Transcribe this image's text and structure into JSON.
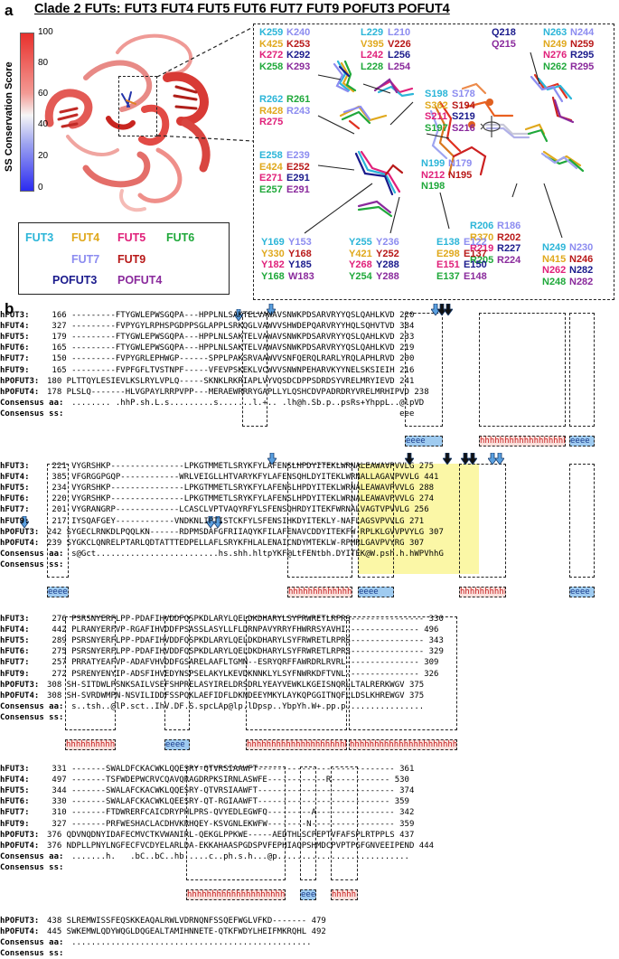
{
  "panel_a": {
    "label": "a",
    "title": "Clade 2 FUTs: FUT3 FUT4 FUT5 FUT6 FUT7 FUT9 POFUT3 POFUT4",
    "colorbar": {
      "title": "SS Conservation Score",
      "ticks": [
        "100",
        "80",
        "60",
        "40",
        "20",
        "0"
      ]
    },
    "legend": {
      "items": [
        {
          "text": "FUT3",
          "color": "#2bb5d8"
        },
        {
          "text": "FUT4",
          "color": "#e0a81c"
        },
        {
          "text": "FUT5",
          "color": "#e0207a"
        },
        {
          "text": "FUT6",
          "color": "#1fa83a"
        },
        {
          "text": "FUT7",
          "color": "#8c8cf0"
        },
        {
          "text": "FUT9",
          "color": "#b81818"
        },
        {
          "text": "POFUT3",
          "color": "#1a1a8c"
        },
        {
          "text": "POFUT4",
          "color": "#8a2a9c"
        }
      ]
    },
    "residue_groups": [
      {
        "rows": [
          [
            {
              "t": "K259",
              "c": "#2bb5d8"
            },
            {
              "t": "K240",
              "c": "#8c8cf0"
            }
          ],
          [
            {
              "t": "K425",
              "c": "#e0a81c"
            },
            {
              "t": "K253",
              "c": "#b81818"
            }
          ],
          [
            {
              "t": "K272",
              "c": "#e0207a"
            },
            {
              "t": "K292",
              "c": "#1a1a8c"
            }
          ],
          [
            {
              "t": "K258",
              "c": "#1fa83a"
            },
            {
              "t": "K293",
              "c": "#8a2a9c"
            }
          ]
        ]
      },
      {
        "rows": [
          [
            {
              "t": "L229",
              "c": "#2bb5d8"
            },
            {
              "t": "L210",
              "c": "#8c8cf0"
            }
          ],
          [
            {
              "t": "V395",
              "c": "#e0a81c"
            },
            {
              "t": "V226",
              "c": "#b81818"
            }
          ],
          [
            {
              "t": "L242",
              "c": "#e0207a"
            },
            {
              "t": "L256",
              "c": "#1a1a8c"
            }
          ],
          [
            {
              "t": "L228",
              "c": "#1fa83a"
            },
            {
              "t": "L254",
              "c": "#8a2a9c"
            }
          ]
        ]
      },
      {
        "rows": [
          [
            {
              "t": "Q218",
              "c": "#1a1a8c"
            }
          ],
          [
            {
              "t": "Q215",
              "c": "#8a2a9c"
            }
          ]
        ]
      },
      {
        "rows": [
          [
            {
              "t": "N263",
              "c": "#2bb5d8"
            },
            {
              "t": "N244",
              "c": "#8c8cf0"
            }
          ],
          [
            {
              "t": "N249",
              "c": "#e0a81c"
            },
            {
              "t": "N259",
              "c": "#b81818"
            }
          ],
          [
            {
              "t": "N276",
              "c": "#e0207a"
            },
            {
              "t": "R295",
              "c": "#1a1a8c"
            }
          ],
          [
            {
              "t": "N262",
              "c": "#1fa83a"
            },
            {
              "t": "R295",
              "c": "#8a2a9c"
            }
          ]
        ]
      },
      {
        "rows": [
          [
            {
              "t": "R262",
              "c": "#2bb5d8"
            },
            {
              "t": "R261",
              "c": "#1fa83a"
            }
          ],
          [
            {
              "t": "R428",
              "c": "#e0a81c"
            },
            {
              "t": "R243",
              "c": "#8c8cf0"
            }
          ],
          [
            {
              "t": "R275",
              "c": "#e0207a"
            }
          ]
        ]
      },
      {
        "rows": [
          [
            {
              "t": "S198",
              "c": "#2bb5d8"
            },
            {
              "t": "S178",
              "c": "#8c8cf0"
            }
          ],
          [
            {
              "t": "S362",
              "c": "#e0a81c"
            },
            {
              "t": "S194",
              "c": "#b81818"
            }
          ],
          [
            {
              "t": "S211",
              "c": "#e0207a"
            },
            {
              "t": "S219",
              "c": "#1a1a8c"
            }
          ],
          [
            {
              "t": "S197",
              "c": "#1fa83a"
            },
            {
              "t": "S216",
              "c": "#8a2a9c"
            }
          ]
        ]
      },
      {
        "rows": [
          [
            {
              "t": "E258",
              "c": "#2bb5d8"
            },
            {
              "t": "E239",
              "c": "#8c8cf0"
            }
          ],
          [
            {
              "t": "E424",
              "c": "#e0a81c"
            },
            {
              "t": "E252",
              "c": "#b81818"
            }
          ],
          [
            {
              "t": "E271",
              "c": "#e0207a"
            },
            {
              "t": "E291",
              "c": "#1a1a8c"
            }
          ],
          [
            {
              "t": "E257",
              "c": "#1fa83a"
            },
            {
              "t": "E291",
              "c": "#8a2a9c"
            }
          ]
        ]
      },
      {
        "rows": [
          [
            {
              "t": "N199",
              "c": "#2bb5d8"
            },
            {
              "t": "N179",
              "c": "#8c8cf0"
            }
          ],
          [
            {
              "t": "N212",
              "c": "#e0207a"
            },
            {
              "t": "N195",
              "c": "#b81818"
            }
          ],
          [
            {
              "t": "N198",
              "c": "#1fa83a"
            }
          ]
        ]
      },
      {
        "rows": [
          [
            {
              "t": "R206",
              "c": "#2bb5d8"
            },
            {
              "t": "R186",
              "c": "#8c8cf0"
            }
          ],
          [
            {
              "t": "R370",
              "c": "#e0a81c"
            },
            {
              "t": "R202",
              "c": "#b81818"
            }
          ],
          [
            {
              "t": "R219",
              "c": "#e0207a"
            },
            {
              "t": "R227",
              "c": "#1a1a8c"
            }
          ],
          [
            {
              "t": "R205",
              "c": "#1fa83a"
            },
            {
              "t": "R224",
              "c": "#8a2a9c"
            }
          ]
        ]
      },
      {
        "rows": [
          [
            {
              "t": "Y169",
              "c": "#2bb5d8"
            },
            {
              "t": "Y153",
              "c": "#8c8cf0"
            }
          ],
          [
            {
              "t": "Y330",
              "c": "#e0a81c"
            },
            {
              "t": "Y168",
              "c": "#b81818"
            }
          ],
          [
            {
              "t": "Y182",
              "c": "#e0207a"
            },
            {
              "t": "Y185",
              "c": "#1a1a8c"
            }
          ],
          [
            {
              "t": "Y168",
              "c": "#1fa83a"
            },
            {
              "t": "W183",
              "c": "#8a2a9c"
            }
          ]
        ]
      },
      {
        "rows": [
          [
            {
              "t": "Y255",
              "c": "#2bb5d8"
            },
            {
              "t": "Y236",
              "c": "#8c8cf0"
            }
          ],
          [
            {
              "t": "Y421",
              "c": "#e0a81c"
            },
            {
              "t": "Y252",
              "c": "#b81818"
            }
          ],
          [
            {
              "t": "Y268",
              "c": "#e0207a"
            },
            {
              "t": "Y288",
              "c": "#1a1a8c"
            }
          ],
          [
            {
              "t": "Y254",
              "c": "#1fa83a"
            },
            {
              "t": "Y288",
              "c": "#8a2a9c"
            }
          ]
        ]
      },
      {
        "rows": [
          [
            {
              "t": "E138",
              "c": "#2bb5d8"
            },
            {
              "t": "E122",
              "c": "#8c8cf0"
            }
          ],
          [
            {
              "t": "E298",
              "c": "#e0a81c"
            },
            {
              "t": "E137",
              "c": "#b81818"
            }
          ],
          [
            {
              "t": "E151",
              "c": "#e0207a"
            },
            {
              "t": "E150",
              "c": "#1a1a8c"
            }
          ],
          [
            {
              "t": "E137",
              "c": "#1fa83a"
            },
            {
              "t": "E148",
              "c": "#8a2a9c"
            }
          ]
        ]
      },
      {
        "rows": [
          [
            {
              "t": "N249",
              "c": "#2bb5d8"
            },
            {
              "t": "N230",
              "c": "#8c8cf0"
            }
          ],
          [
            {
              "t": "N415",
              "c": "#e0a81c"
            },
            {
              "t": "N246",
              "c": "#b81818"
            }
          ],
          [
            {
              "t": "N262",
              "c": "#e0207a"
            },
            {
              "t": "N282",
              "c": "#1a1a8c"
            }
          ],
          [
            {
              "t": "N248",
              "c": "#1fa83a"
            },
            {
              "t": "N282",
              "c": "#8a2a9c"
            }
          ]
        ]
      }
    ]
  },
  "panel_b": {
    "label": "b",
    "blocks": [
      {
        "rows": [
          {
            "name": "hFUT3:",
            "seq": " 166 ---------FTYGWLEPWSGQPA---HPPLNLSAKTELVAWAVSNWKPDSARVRYYQSLQAHLKVD 220"
          },
          {
            "name": "hFUT4:",
            "seq": " 327 ---------FVPYGYLRPHSPGDPPSGLAPPLSRKQGLVAWVVSHWDEPQARVRYYHQLSQHVTVD 384"
          },
          {
            "name": "hFUT5:",
            "seq": " 179 ---------FTYGWLEPWSGQPA---HPPLNLSAKTELVAWAVSNWKPDSARVRYYQSLQAHLKVD 233"
          },
          {
            "name": "hFUT6:",
            "seq": " 165 ---------FTYGWLEPWSGQPA---HPPLNLSAKTELVAWAVSNWKPDSARVRYYQSLQAHLKVD 219"
          },
          {
            "name": "hFUT7:",
            "seq": " 150 ---------FVPYGRLEPHWGP------SPPLPAKSRVAAWVVSNFQERQLRARLYRQLAPHLRVD 200"
          },
          {
            "name": "hFUT9:",
            "seq": " 165 ---------FVPFGFLTVSTNPF-----VFEVPSKEKLVCWVVSNWNPEHARVKYYNELSKSIEIH 216"
          },
          {
            "name": "hPOFUT3:",
            "seq": "180 PLTTQYLESIEVLKSLRYLVPLQ-----SKNKLRKRIAPLVYVQSDCDPPSDRDSYVRELMRYIEVD 241"
          },
          {
            "name": "hPOFUT4:",
            "seq": "178 PLSLQ-------HLVGPAYLRRPVPP---MERAEWRRRYGAPLLYLQSHCDVPADRDRYVRELMRHIPVD 238"
          },
          {
            "name": "Consensus aa:",
            "seq": "     ........ .hhP.sh.L.s.........s.......l.+.. .lh@h.Sb.p..psRs+YhppL..@lpVD"
          },
          {
            "name": "Consensus ss:",
            "seq": "                                                                        eee"
          }
        ]
      },
      {
        "rows": [
          {
            "name": "hFUT3:",
            "seq": " 221 VYGRSHKP---------------LPKGTMMETLSRYKFYLAFENSLHPDYITEKLWRNALEAWAVPVVLG 275"
          },
          {
            "name": "hFUT4:",
            "seq": " 385 VFGRGGPGQP------------WRLVEIGLLHTVARYKFYLAFENSQHLDYITEKLWRNALLAGAVPVVLG 441"
          },
          {
            "name": "hFUT5:",
            "seq": " 234 VYGRSHKP---------------LPKGTMMETLSRYKFYLAFENSLHPDYITEKLWRNALEAWAVPVVLG 288"
          },
          {
            "name": "hFUT6:",
            "seq": " 220 VYGRSHKP---------------LPKGTMMETLSRYKFYLAFENSLHPDYITEKLWRNALEAWAVPVVLG 274"
          },
          {
            "name": "hFUT7:",
            "seq": " 201 VYGRANGRP-------------LCASCLVPTVAQYRFYLSFENSQHRDYITEKFWRNALVAGTVPVVLG 256"
          },
          {
            "name": "hFUT9:",
            "seq": " 217 IYSQAFGEY------------VNDKNLIPTISTCKFYLSFENSIHKDYITEKLY-NAFLAGSVPVVLG 271"
          },
          {
            "name": "hPOFUT3:",
            "seq": "242 SYGECLRNKDLPQQLKN------RDPMSDAFGFRIIAQYKFILAFENAVCDDYITEKFW-RPLKLGVVPVYLG 307"
          },
          {
            "name": "hPOFUT4:",
            "seq": "239 SYGKCLQNRELPTARLQDTATTTEDPELLAFLSRYKFHLALENAICNDYMTEKLW-RPMRLGAVPVYRG 307"
          },
          {
            "name": "Consensus aa:",
            "seq": "     s@Gct.........................hs.shh.hltpYKF@LtFENtbh.DYITEK@W.psh.h.hWPVhhG"
          },
          {
            "name": "Consensus ss:",
            "seq": ""
          }
        ]
      },
      {
        "rows": [
          {
            "name": "hFUT3:",
            "seq": " 276 PSRSNYERFLPP-PDAFIHVDDFQSPKDLARYLQELDKDHARYLSYFRWRETLRPRS--------------- 330"
          },
          {
            "name": "hFUT4:",
            "seq": " 442 PLRANYERFVP-RGAFIHVDDFPSASSLASYLLFLDRNPAVYRRYFHWRRSYAVHI--------------- 496"
          },
          {
            "name": "hFUT5:",
            "seq": " 289 PSRSNYERFLPP-PDAFIHVDDFQSPKDLARYLQELDKDHARYLSYFRWRETLRPRS--------------- 343"
          },
          {
            "name": "hFUT6:",
            "seq": " 275 PSRSNYERFLPP-PDAFIHVDDFQSPKDLARYLQELDKDHARYLSYFRWRETLRPRS--------------- 329"
          },
          {
            "name": "hFUT7:",
            "seq": " 257 PRRATYEAFVP-ADAFVHVDDFGSARELAAFLTGMN--ESRYQRFFAWRDRLRVRL--------------- 309"
          },
          {
            "name": "hFUT9:",
            "seq": " 272 PSRENYENYIP-ADSFIHVEDYNSPSELAKYLKEVDKNNKLYLSYFNWRKDFTVNL--------------- 326"
          },
          {
            "name": "hPOFUT3:",
            "seq": "308 SH-SITDWLPSNKSAILVSEFSHPRELASYIRELDRSDRLYEAYVEWKLKGEISNQRLLTALRERKWGV 375"
          },
          {
            "name": "hPOFUT4:",
            "seq": "308 SH-SVRDWMPN-NSVILIDDFSSPQKLAEFIDFLDKNDEEYMKYLAYKQPGGITNQFLLDSLKHREWGV 375"
          },
          {
            "name": "Consensus aa:",
            "seq": "     s..tsh..@lP.sct..IhV.DF.S.spcLAp@lp.lDpsp..YbpYh.W+.pp.p................"
          },
          {
            "name": "Consensus ss:",
            "seq": ""
          }
        ]
      },
      {
        "rows": [
          {
            "name": "hFUT3:",
            "seq": " 331 -------SWALDFCKACWKLQQESRY-QTVRSIAAWFT---------------------------- 361"
          },
          {
            "name": "hFUT4:",
            "seq": " 497 -------TSFWDEPWCRVCQAVQRAGDRPKSIRNLASWFE------------R------------ 530"
          },
          {
            "name": "hFUT5:",
            "seq": " 344 -------SWALAFCKACWKLQQESRY-QTVRSIAAWFT---------------------------- 374"
          },
          {
            "name": "hFUT6:",
            "seq": " 330 -------SWALAFCKACWKLQEESRY-QT-RGIAAWFT--------------------------- 359"
          },
          {
            "name": "hFUT7:",
            "seq": " 310 -------FTDWRERFCAICDRYPHLPRS-QVYEDLEGWFQ---------A---------------- 342"
          },
          {
            "name": "hFUT9:",
            "seq": " 327 -------PRFWESHACLACDHVKRHQEY-KSVGNLEKWFW--------N----------------- 359"
          },
          {
            "name": "hPOFUT3:",
            "seq": "376 QDVNQDNYIDAFECMVCTKVWANIRL-QEKGLPPKWE-----AEDTHLSCPEPTVFAFSPLRTPPLS 437"
          },
          {
            "name": "hPOFUT4:",
            "seq": "376 NDPLLPNYLNGFECFVCDYELARLDA-EKKAHAASPGDSPVFEPHIAQPSHMDCPVPTPGFGNVEEIPEND 444"
          },
          {
            "name": "Consensus aa:",
            "seq": "     .......h.   .bC..bC..hb.....c..ph.s.h...@p..........................."
          },
          {
            "name": "Consensus ss:",
            "seq": ""
          }
        ]
      },
      {
        "rows": [
          {
            "name": "hPOFUT3:",
            "seq": "438 SLREMWISSFEQSKKEAQALRWLVDRNQNFSSQEFWGLVFKD------- 479"
          },
          {
            "name": "hPOFUT4:",
            "seq": "445 SWKEMWLQDYWQGLDQGEALTAMIHNNETE-QTKFWDYLHEIFMKRQHL 492"
          },
          {
            "name": "Consensus aa:",
            "seq": "     ................................................."
          },
          {
            "name": "Consensus ss:",
            "seq": ""
          }
        ]
      }
    ],
    "ss_helix_text": "hhhhhhhhh",
    "ss_strand_text": "eeee"
  }
}
